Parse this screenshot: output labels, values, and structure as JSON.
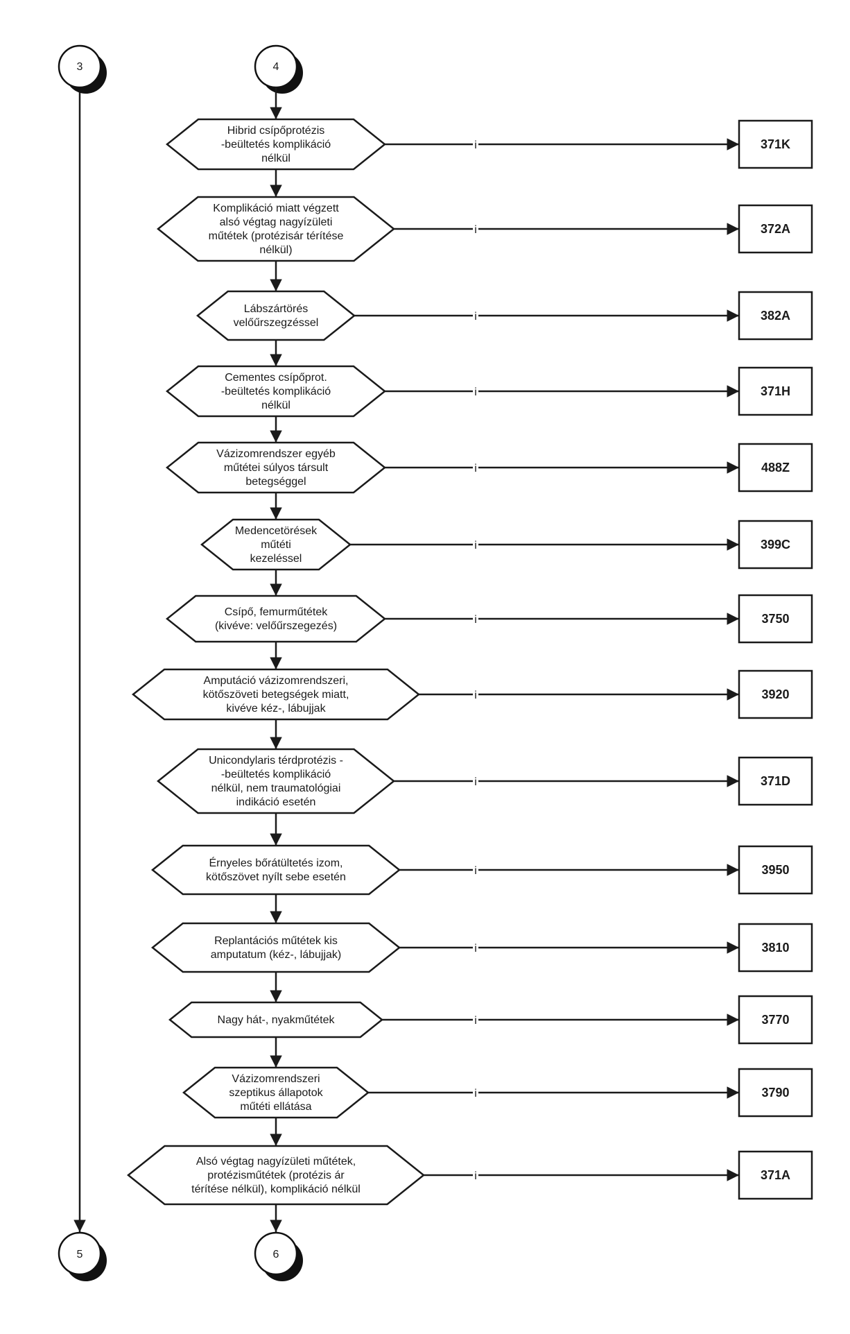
{
  "connectors": {
    "top_left": "3",
    "top_center": "4",
    "bottom_left": "5",
    "bottom_center": "6"
  },
  "branch_label": "i",
  "decisions": [
    {
      "lines": [
        "Hibrid csípőprotézis",
        "-beültetés komplikáció",
        "nélkül"
      ],
      "code": "371K"
    },
    {
      "lines": [
        "Komplikáció miatt végzett",
        "alsó végtag nagyízületi",
        "műtétek (protézisár térítése",
        "nélkül)"
      ],
      "code": "372A"
    },
    {
      "lines": [
        "Lábszártörés",
        "velőűrszegzéssel"
      ],
      "code": "382A"
    },
    {
      "lines": [
        "Cementes csípőprot.",
        "-beültetés komplikáció",
        "nélkül"
      ],
      "code": "371H"
    },
    {
      "lines": [
        "Vázizomrendszer egyéb",
        "műtétei súlyos társult",
        "betegséggel"
      ],
      "code": "488Z"
    },
    {
      "lines": [
        "Medencetörések",
        "műtéti",
        "kezeléssel"
      ],
      "code": "399C"
    },
    {
      "lines": [
        "Csípő, femurműtétek",
        "(kivéve: velőűrszegezés)"
      ],
      "code": "3750"
    },
    {
      "lines": [
        "Amputáció vázizomrendszeri,",
        "kötőszöveti betegségek  miatt,",
        "kivéve kéz-, lábujjak"
      ],
      "code": "3920"
    },
    {
      "lines": [
        "Unicondylaris térdprotézis -",
        "-beültetés komplikáció",
        "nélkül, nem traumatológiai",
        "indikáció esetén"
      ],
      "code": "371D"
    },
    {
      "lines": [
        "Érnyeles bőrátültetés izom,",
        "kötőszövet nyílt sebe esetén"
      ],
      "code": "3950"
    },
    {
      "lines": [
        "Replantációs műtétek kis",
        "amputatum (kéz-, lábujjak)"
      ],
      "code": "3810"
    },
    {
      "lines": [
        "Nagy  hát-, nyakműtétek"
      ],
      "code": "3770"
    },
    {
      "lines": [
        "Vázizomrendszeri",
        "szeptikus állapotok",
        "műtéti ellátása"
      ],
      "code": "3790"
    },
    {
      "lines": [
        "Alsó végtag nagyízületi  műtétek,",
        "protézisműtétek (protézis ár",
        "térítése nélkül), komplikáció nélkül"
      ],
      "code": "371A"
    }
  ]
}
